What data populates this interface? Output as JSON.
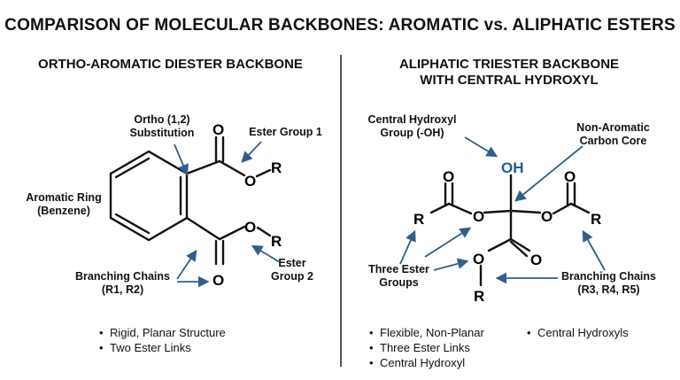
{
  "title": "COMPARISON OF MOLECULAR BACKBONES: AROMATIC vs. ALIPHATIC ESTERS",
  "left": {
    "heading": "ORTHO-AROMATIC DIESTER BACKBONE",
    "labels": {
      "ortho": [
        "Ortho (1,2)",
        "Substitution"
      ],
      "ester1": "Ester Group 1",
      "ring": [
        "Aromatic Ring",
        "(Benzene)"
      ],
      "branching": [
        "Branching Chains",
        "(R1, R2)"
      ],
      "ester2": [
        "Ester",
        "Group 2"
      ]
    },
    "bullets": [
      "Rigid, Planar Structure",
      "Two Ester Links"
    ]
  },
  "right": {
    "heading": [
      "ALIPHATIC TRIESTER BACKBONE",
      "WITH CENTRAL HYDROXYL"
    ],
    "labels": {
      "hydroxyl": [
        "Central Hydroxyl",
        "Group (-OH)"
      ],
      "core": [
        "Non-Aromatic",
        "Carbon Core"
      ],
      "three": [
        "Three Ester",
        "Groups"
      ],
      "branching": [
        "Branching Chains",
        "(R3, R4, R5)"
      ]
    },
    "bullets_col1": [
      "Flexible, Non-Planar",
      "Three Ester Links",
      "Central Hydroxyl"
    ],
    "bullets_col2": [
      "Central Hydroxyls"
    ]
  },
  "atoms": {
    "O": "O",
    "R": "R",
    "OH": "OH"
  },
  "colors": {
    "arrow": "#2f5f8a",
    "bond": "#111111",
    "oh": "#1f5c99"
  }
}
